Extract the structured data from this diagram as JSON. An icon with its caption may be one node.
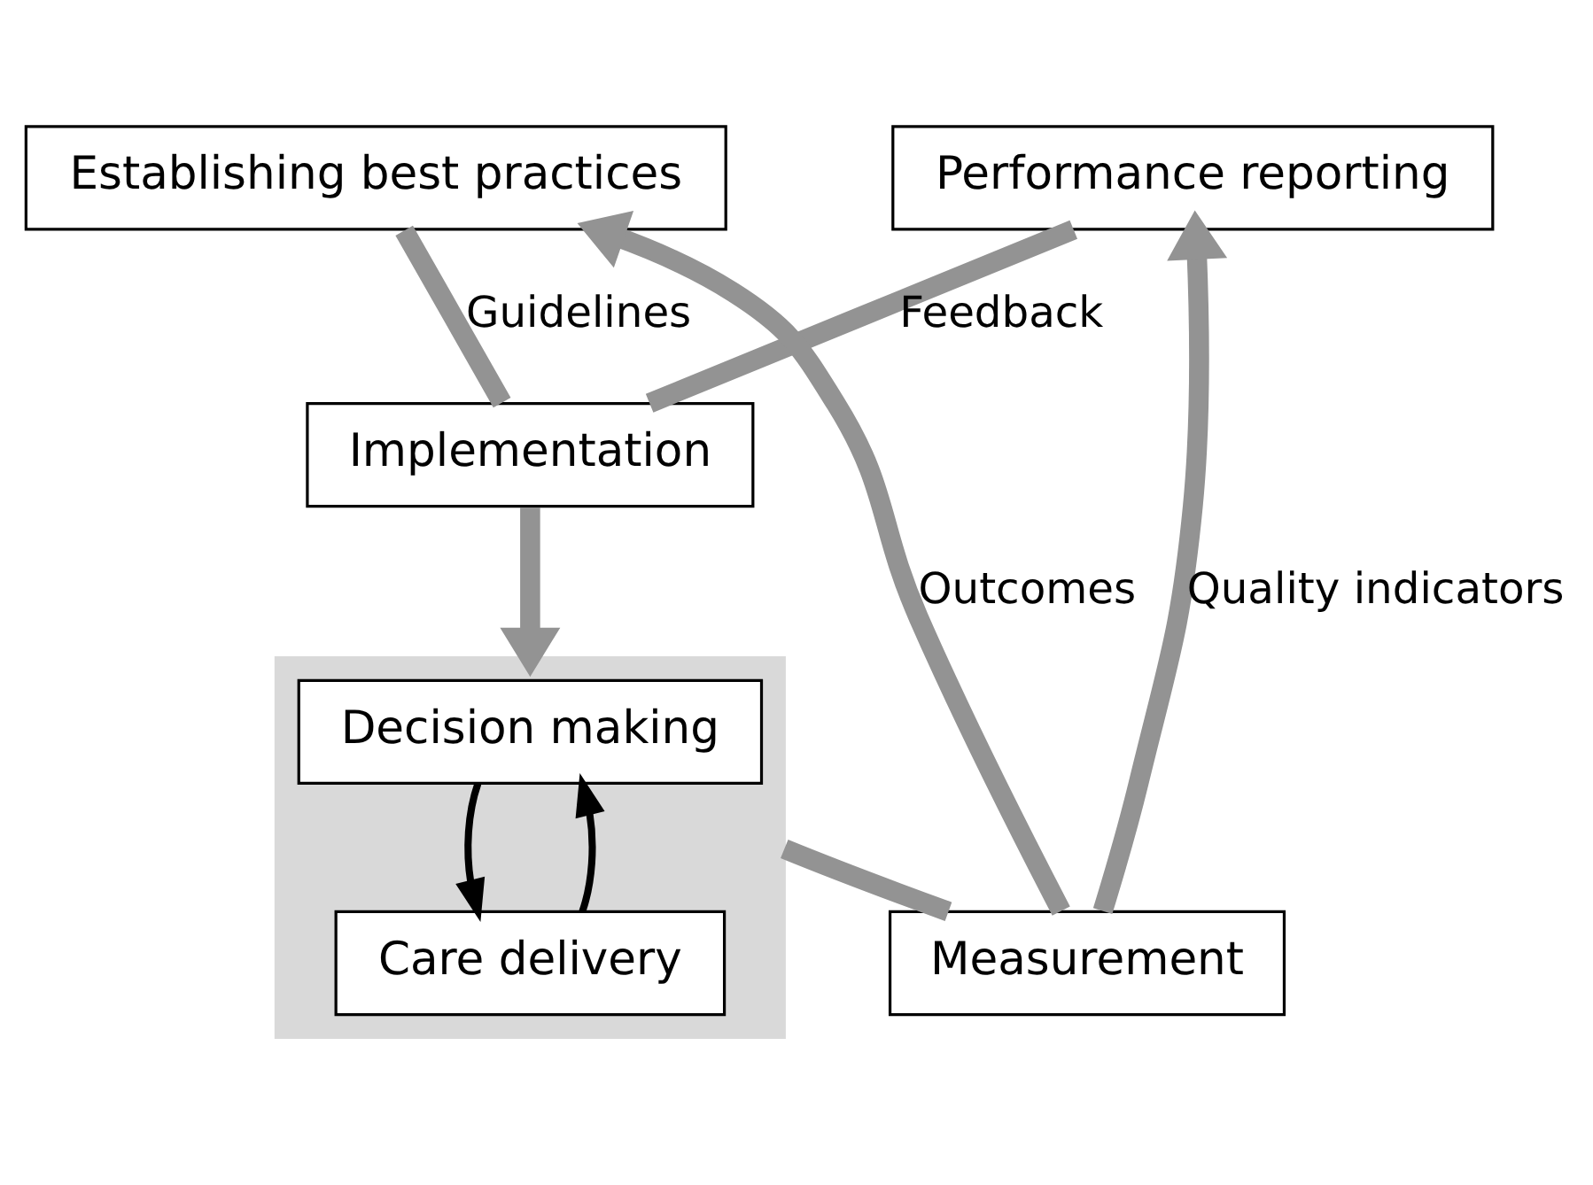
{
  "diagram": {
    "nodes": [
      {
        "text": [
          "Establishing best practices"
        ]
      },
      {
        "text": [
          "Implementation"
        ]
      },
      {
        "text": [
          "Performance reporting"
        ]
      },
      {
        "text": [],
        "shape": "box"
      },
      {
        "text": [
          "Decision making"
        ],
        "in": 3
      },
      {
        "text": [
          "Care delivery"
        ],
        "in": 3
      },
      {
        "text": [
          "Measurement"
        ]
      }
    ],
    "edges": [
      {
        "from": 0,
        "to": 1,
        "arrow": "none",
        "label": "Guidelines"
      },
      {
        "from": 2,
        "to": 1,
        "arrow": "none",
        "label": "Feedback"
      },
      {
        "from": 1,
        "to": 3,
        "arrow": "to"
      },
      {
        "from": 3,
        "to": 6,
        "arrow": "none"
      },
      {
        "from": 6,
        "to": 0,
        "arrow": "to",
        "label": "Outcomes"
      },
      {
        "from": 6,
        "to": 2,
        "arrow": "to",
        "label": "Quality indicators"
      },
      {
        "from": 4,
        "to": 5,
        "arrow": "to",
        "color": "#000000"
      },
      {
        "from": 5,
        "to": 4,
        "arrow": "to",
        "color": "#000000"
      }
    ]
  }
}
